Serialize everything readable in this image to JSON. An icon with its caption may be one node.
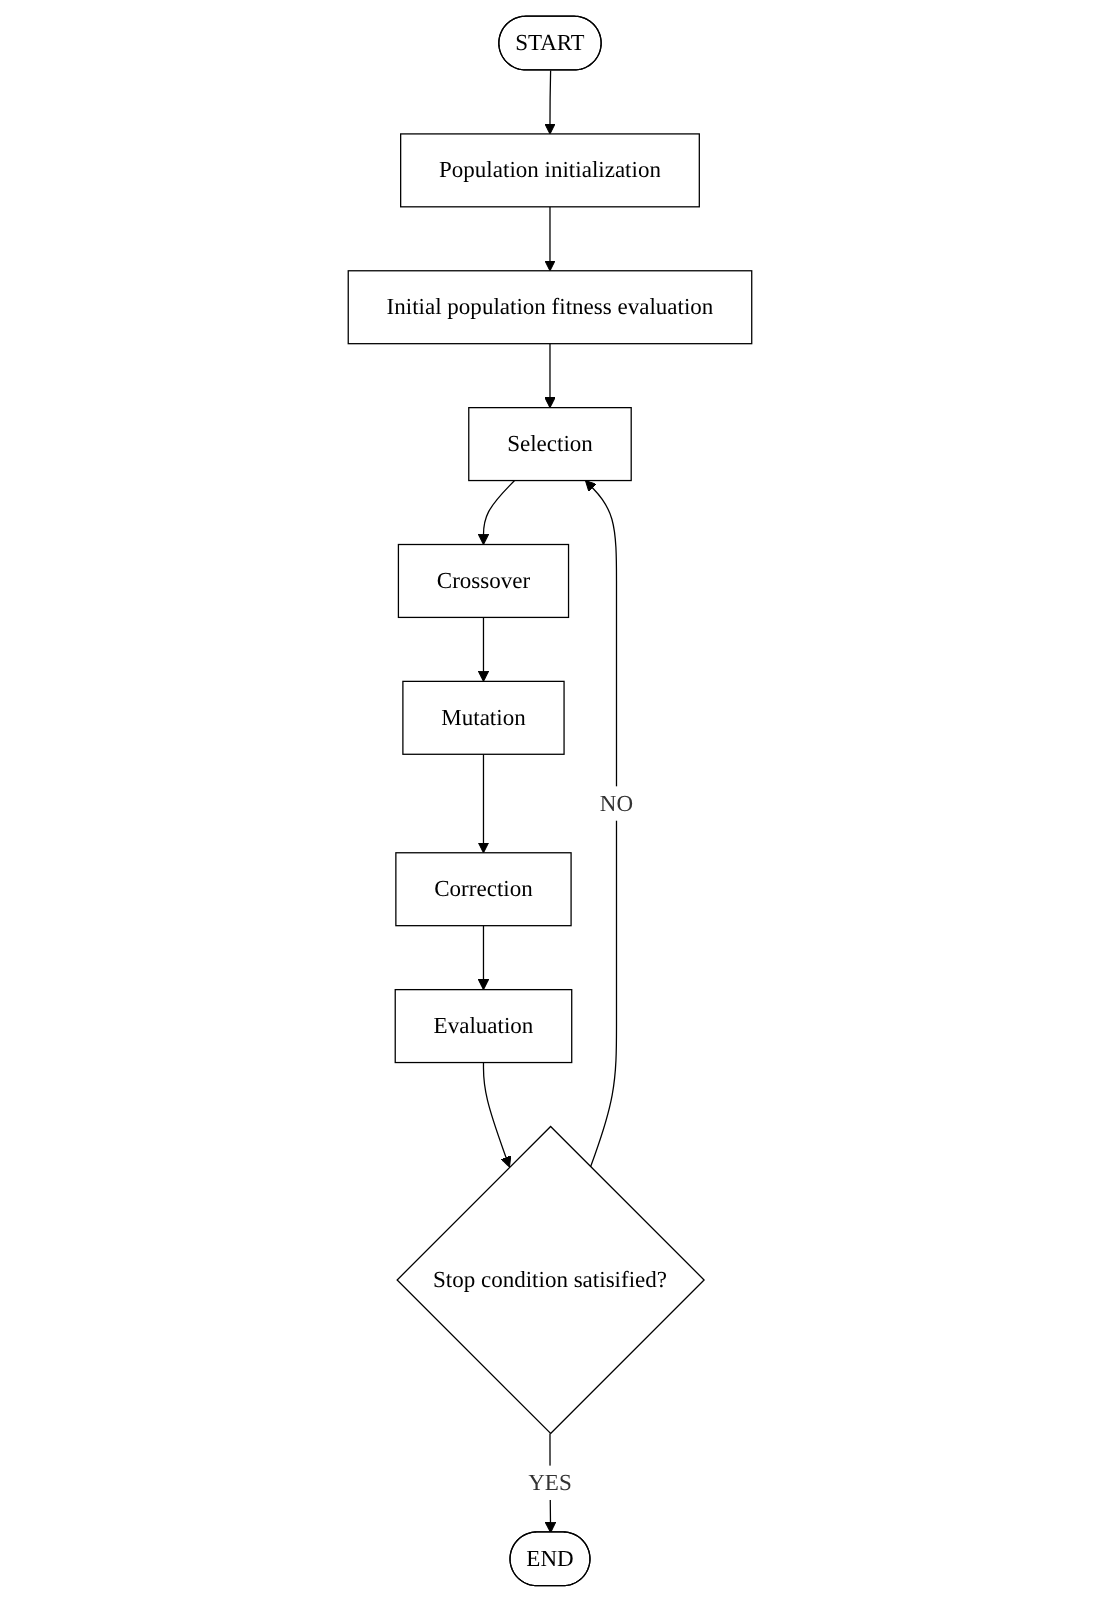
{
  "diagram": {
    "nodes": [
      {
        "text": [
          "START"
        ]
      },
      {
        "text": [
          "Population initialization"
        ]
      },
      {
        "text": [
          "Initial population fitness evaluation"
        ]
      },
      {
        "text": [
          "Selection"
        ]
      },
      {
        "text": [
          "Crossover"
        ]
      },
      {
        "text": [
          "Mutation"
        ]
      },
      {
        "text": [
          "Correction"
        ]
      },
      {
        "text": [
          "Evaluation"
        ]
      },
      {
        "text": [
          "Stop condition satisified?"
        ]
      },
      {
        "text": [
          "END"
        ]
      }
    ],
    "edges": [
      {
        "from": 0,
        "to": 1,
        "arrow": "to"
      },
      {
        "from": 1,
        "to": 2,
        "arrow": "to"
      },
      {
        "from": 2,
        "to": 3,
        "arrow": "to"
      },
      {
        "from": 3,
        "to": 4,
        "arrow": "to"
      },
      {
        "from": 4,
        "to": 5,
        "arrow": "to"
      },
      {
        "from": 5,
        "to": 6,
        "arrow": "to"
      },
      {
        "from": 6,
        "to": 7,
        "arrow": "to"
      },
      {
        "from": 7,
        "to": 8,
        "arrow": "to"
      },
      {
        "from": 8,
        "to": 3,
        "arrow": "to",
        "label": "NO"
      },
      {
        "from": 8,
        "to": 9,
        "arrow": "to",
        "label": "YES"
      }
    ]
  }
}
